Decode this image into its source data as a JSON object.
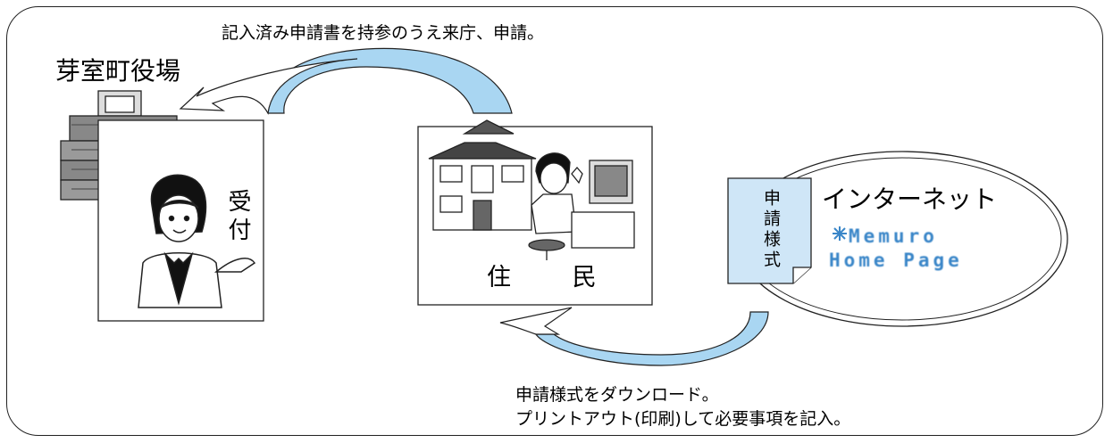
{
  "top_caption": "記入済み申請書を持参のうえ来庁、申請。",
  "town_office": {
    "title": "芽室町役場",
    "reception_label": "受付"
  },
  "resident": {
    "label": "住 民"
  },
  "internet": {
    "title": "インターネット",
    "form_label": "申請様式",
    "homepage_line1": "Memuro",
    "homepage_line2": "Home Page",
    "homepage_prefix_icon": "snowflake-icon"
  },
  "bottom_caption": {
    "line1": "申請様式をダウンロード。",
    "line2": "プリントアウト(印刷)して必要事項を記入。"
  },
  "colors": {
    "arrow_fill": "#a9d6f2",
    "border": "#222222",
    "homepage_text": "#3a86c8"
  }
}
